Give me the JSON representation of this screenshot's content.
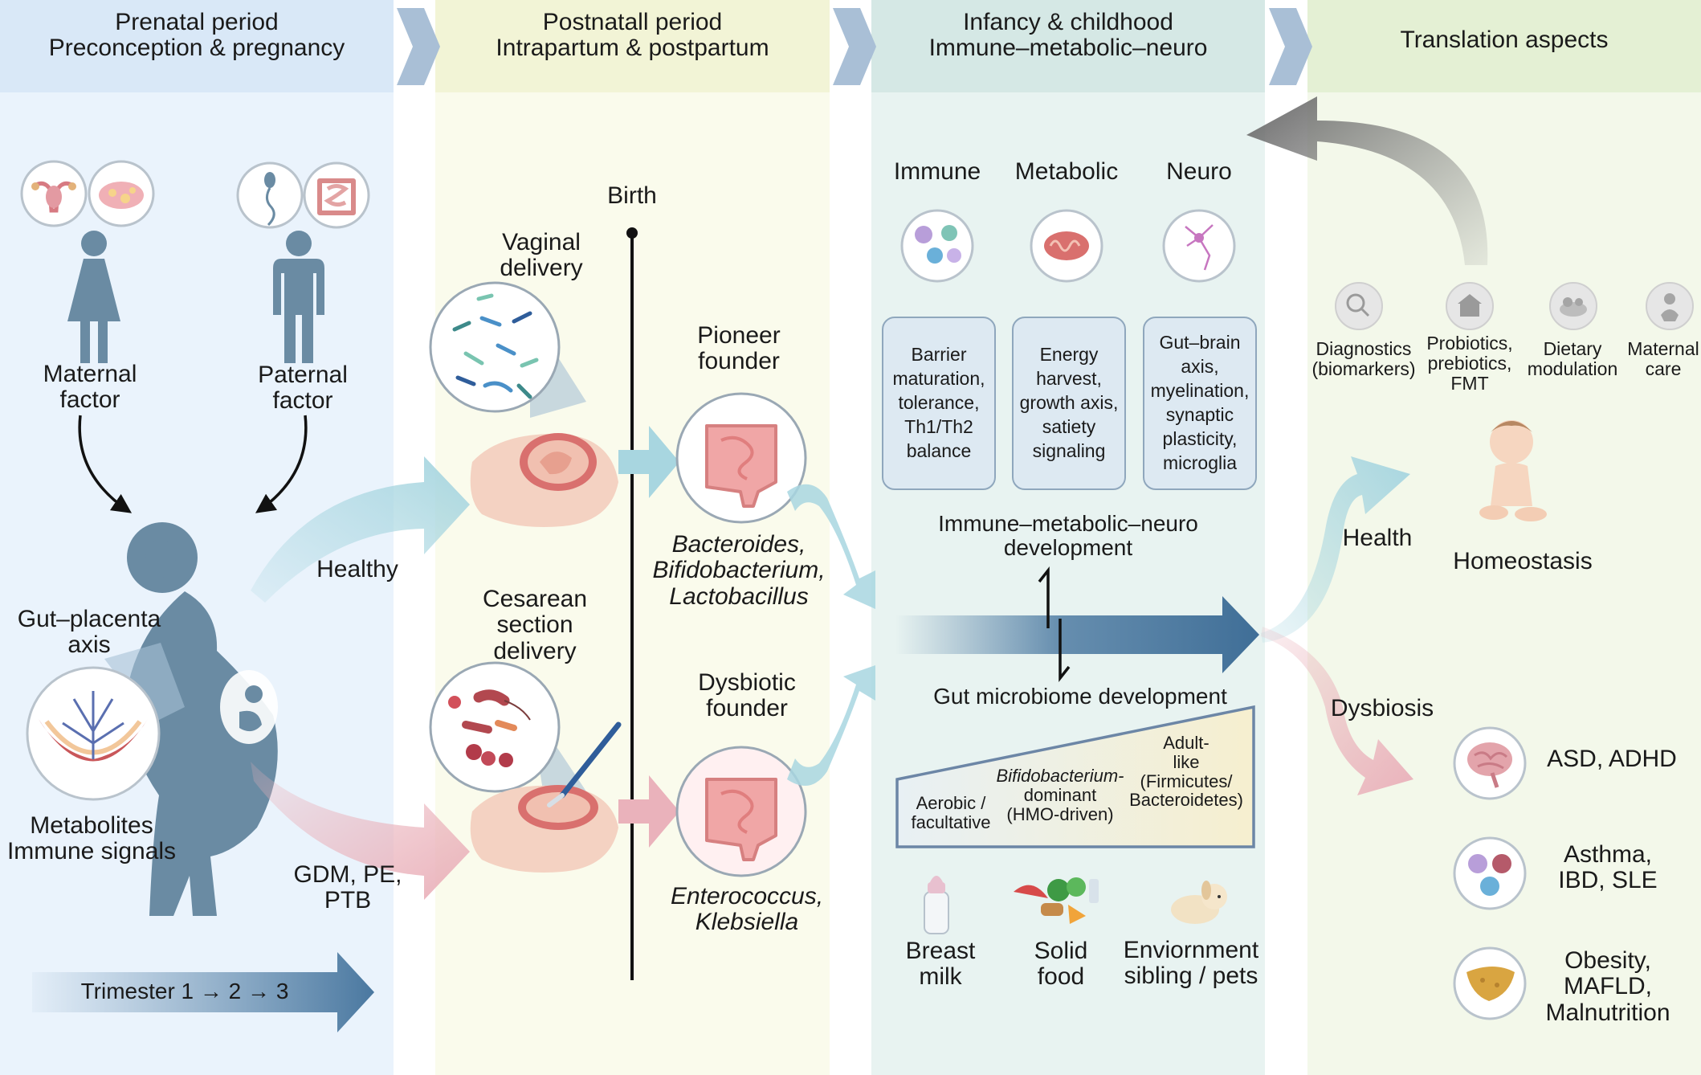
{
  "colors": {
    "prenatal_bg": "#eaf3fc",
    "prenatal_header": "#d9e8f7",
    "postnatal_bg": "#fafbec",
    "postnatal_header": "#f2f4d6",
    "infancy_bg": "#e8f3f1",
    "infancy_header": "#d5e8e5",
    "translation_bg": "#f3f8ea",
    "translation_header": "#e4f0d4",
    "figure_slate": "#6a8ba3",
    "healthy_arrow": "#a8d6e0",
    "dysbiosis_arrow": "#eab2bb",
    "main_arrow": "#4f7ca3",
    "feedback_arrow": "#707070"
  },
  "headers": {
    "prenatal": {
      "line1": "Prenatal period",
      "line2": "Preconception & pregnancy"
    },
    "postnatal": {
      "line1": "Postnatall period",
      "line2": "Intrapartum & postpartum"
    },
    "infancy": {
      "line1": "Infancy & childhood",
      "line2": "Immune–metabolic–neuro"
    },
    "translation": {
      "line1": "Translation aspects"
    }
  },
  "prenatal": {
    "maternal": {
      "line1": "Maternal",
      "line2": "factor"
    },
    "paternal": {
      "line1": "Paternal",
      "line2": "factor"
    },
    "gut_placenta": {
      "line1": "Gut–placenta",
      "line2": "axis"
    },
    "metabolites": {
      "line1": "Metabolites",
      "line2": "Immune signals"
    },
    "healthy": "Healthy",
    "complications": {
      "line1": "GDM, PE,",
      "line2": "PTB"
    },
    "trimester": "Trimester 1 → 2 → 3"
  },
  "postnatal": {
    "birth": "Birth",
    "vaginal": {
      "line1": "Vaginal",
      "line2": "delivery"
    },
    "cesarean": {
      "line1": "Cesarean",
      "line2": "section",
      "line3": "delivery"
    },
    "pioneer": {
      "line1": "Pioneer",
      "line2": "founder"
    },
    "pioneer_taxa": {
      "line1": "Bacteroides,",
      "line2": "Bifidobacterium,",
      "line3": "Lactobacillus"
    },
    "dysbiotic": {
      "line1": "Dysbiotic",
      "line2": "founder"
    },
    "dysbiotic_taxa": {
      "line1": "Enterococcus,",
      "line2": "Klebsiella"
    }
  },
  "infancy": {
    "columns": [
      "Immune",
      "Metabolic",
      "Neuro"
    ],
    "boxes": [
      "Barrier\nmaturation,\ntolerance,\nTh1/Th2\nbalance",
      "Energy\nharvest,\ngrowth axis,\nsatiety\nsignaling",
      "Gut–brain\naxis,\nmyelination,\nsynaptic\nplasticity,\nmicroglia"
    ],
    "development": {
      "line1": "Immune–metabolic–neuro",
      "line2": "development"
    },
    "gut_dev": "Gut microbiome development",
    "stage_aerobic": {
      "line1": "Aerobic /",
      "line2": "facultative"
    },
    "stage_bifido": {
      "line1": "Bifidobacterium-",
      "line2": "dominant",
      "line3": "(HMO-driven)"
    },
    "stage_adult": {
      "line1": "Adult-",
      "line2": "like",
      "line3": "(Firmicutes/",
      "line4": "Bacteroidetes)"
    },
    "breast_milk": {
      "line1": "Breast",
      "line2": "milk"
    },
    "solid_food": {
      "line1": "Solid",
      "line2": "food"
    },
    "environment": {
      "line1": "Enviornment",
      "line2": "sibling / pets"
    }
  },
  "translation": {
    "diagnostics": {
      "line1": "Diagnostics",
      "line2": "(biomarkers)"
    },
    "probiotics": {
      "line1": "Probiotics,",
      "line2": "prebiotics,",
      "line3": "FMT"
    },
    "dietary": {
      "line1": "Dietary",
      "line2": "modulation"
    },
    "maternal_care": {
      "line1": "Maternal",
      "line2": "care"
    },
    "health": "Health",
    "homeostasis": "Homeostasis",
    "dysbiosis": "Dysbiosis",
    "outcome_neuro": "ASD, ADHD",
    "outcome_immune": {
      "line1": "Asthma,",
      "line2": "IBD, SLE"
    },
    "outcome_metabolic": {
      "line1": "Obesity,",
      "line2": "MAFLD,",
      "line3": "Malnutrition"
    }
  }
}
